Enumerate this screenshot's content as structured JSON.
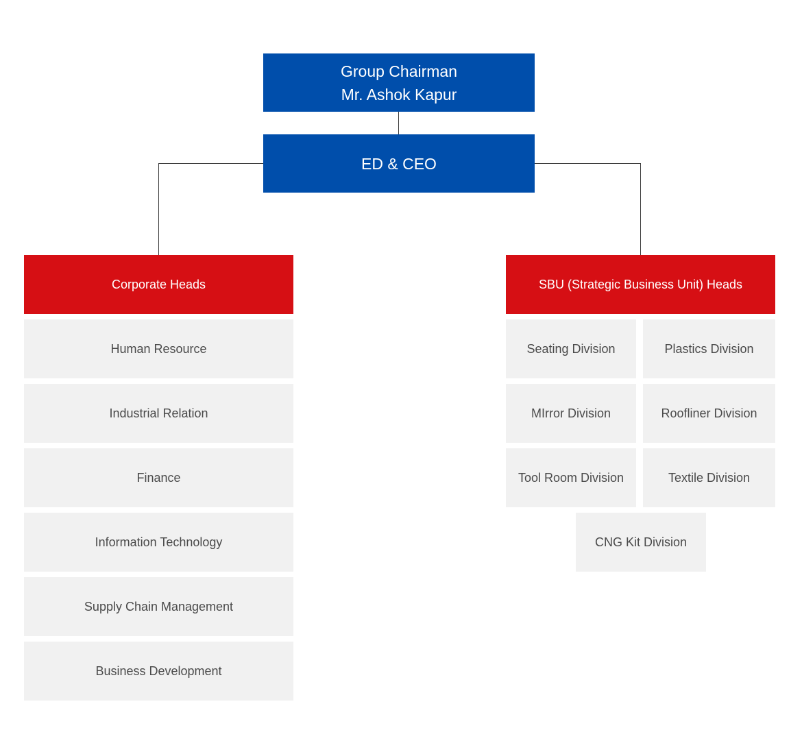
{
  "chairman": {
    "title": "Group Chairman",
    "name": "Mr. Ashok Kapur"
  },
  "ceo": {
    "title": "ED & CEO"
  },
  "corporate": {
    "heading": "Corporate Heads",
    "items": [
      "Human Resource",
      "Industrial Relation",
      "Finance",
      "Information Technology",
      "Supply Chain Management",
      "Business Development"
    ]
  },
  "sbu": {
    "heading": "SBU (Strategic Business Unit) Heads",
    "items": [
      "Seating Division",
      "Plastics Division",
      "MIrror Division",
      "Roofliner Division",
      "Tool Room Division",
      "Textile Division",
      "CNG Kit Division"
    ]
  },
  "colors": {
    "top_level": "#004eab",
    "section_heading": "#d60f14",
    "item_box": "#f1f1f1",
    "item_text": "#4a4a4a",
    "connector": "#3a3a3a"
  }
}
